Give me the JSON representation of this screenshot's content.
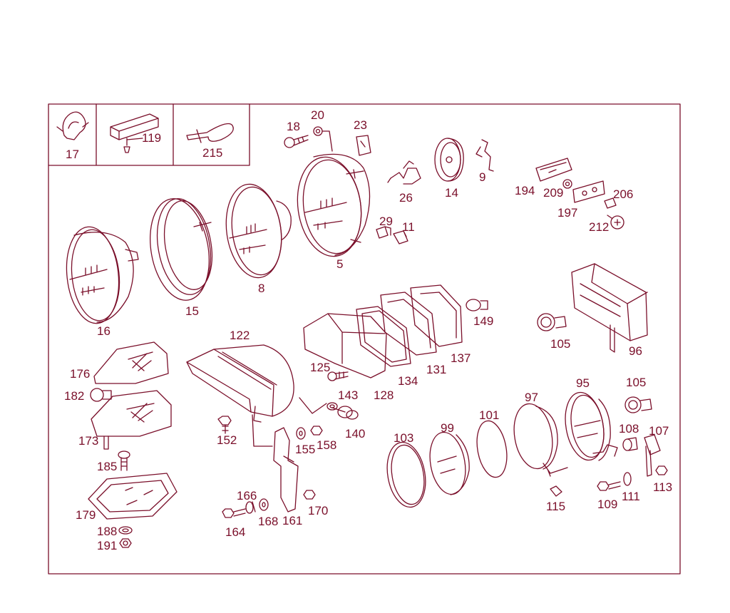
{
  "colors": {
    "ink": "#7a0f2a",
    "paper": "#ffffff"
  },
  "diagram": {
    "callouts": {
      "p17": "17",
      "p119": "119",
      "p215": "215",
      "p18": "18",
      "p20": "20",
      "p23": "23",
      "p26": "26",
      "p14": "14",
      "p9": "9",
      "p194": "194",
      "p209": "209",
      "p197": "197",
      "p206": "206",
      "p212": "212",
      "p29": "29",
      "p11": "11",
      "p5": "5",
      "p8": "8",
      "p15": "15",
      "p16": "16",
      "p122": "122",
      "p176": "176",
      "p182": "182",
      "p173": "173",
      "p185": "185",
      "p179": "179",
      "p188": "188",
      "p191": "191",
      "p125": "125",
      "p128": "128",
      "p134": "134",
      "p131": "131",
      "p137": "137",
      "p149": "149",
      "p105a": "105",
      "p96": "96",
      "p143": "143",
      "p140": "140",
      "p152": "152",
      "p155": "155",
      "p158": "158",
      "p166": "166",
      "p164": "164",
      "p168": "168",
      "p161": "161",
      "p170": "170",
      "p103": "103",
      "p99": "99",
      "p101": "101",
      "p97": "97",
      "p95": "95",
      "p105b": "105",
      "p108": "108",
      "p107": "107",
      "p113": "113",
      "p109": "109",
      "p111": "111",
      "p115": "115"
    }
  }
}
